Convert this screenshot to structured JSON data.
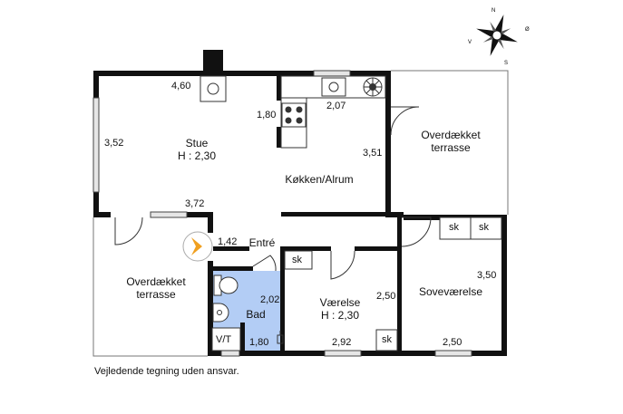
{
  "rooms": {
    "stue": {
      "name": "Stue",
      "height": "H : 2,30"
    },
    "kitchen": {
      "name": "Køkken/Alrum"
    },
    "entre": {
      "name": "Entré"
    },
    "bad": {
      "name": "Bad"
    },
    "vaerelse": {
      "name": "Værelse",
      "height": "H : 2,30"
    },
    "sovevaerelse": {
      "name": "Soveværelse"
    },
    "terrace_right": {
      "line1": "Overdækket",
      "line2": "terrasse"
    },
    "terrace_left": {
      "line1": "Overdækket",
      "line2": "terrasse"
    }
  },
  "dimensions": {
    "stue_top": "4,60",
    "stue_left": "3,52",
    "stue_bottom": "3,72",
    "kitchen_left": "1,80",
    "kitchen_top": "2,07",
    "kitchen_right": "3,51",
    "entre_width": "1,42",
    "bad_depth": "2,02",
    "bad_width": "1,80",
    "vaerelse_depth": "2,50",
    "vaerelse_width": "2,92",
    "sove_depth": "3,50",
    "sove_width": "2,50"
  },
  "fixtures": {
    "sk1": "sk",
    "sk2": "sk",
    "sk3": "sk",
    "sk4": "sk",
    "vt": "V/T"
  },
  "compass": {
    "n": "N",
    "v": "V",
    "s": "S",
    "o": "Ø"
  },
  "footer_note": "Vejledende tegning uden ansvar.",
  "colors": {
    "wall": "#111111",
    "bathroom": "#b3cdf5",
    "entry_arrow": "#f0a020",
    "window": "#c8c8c8"
  }
}
